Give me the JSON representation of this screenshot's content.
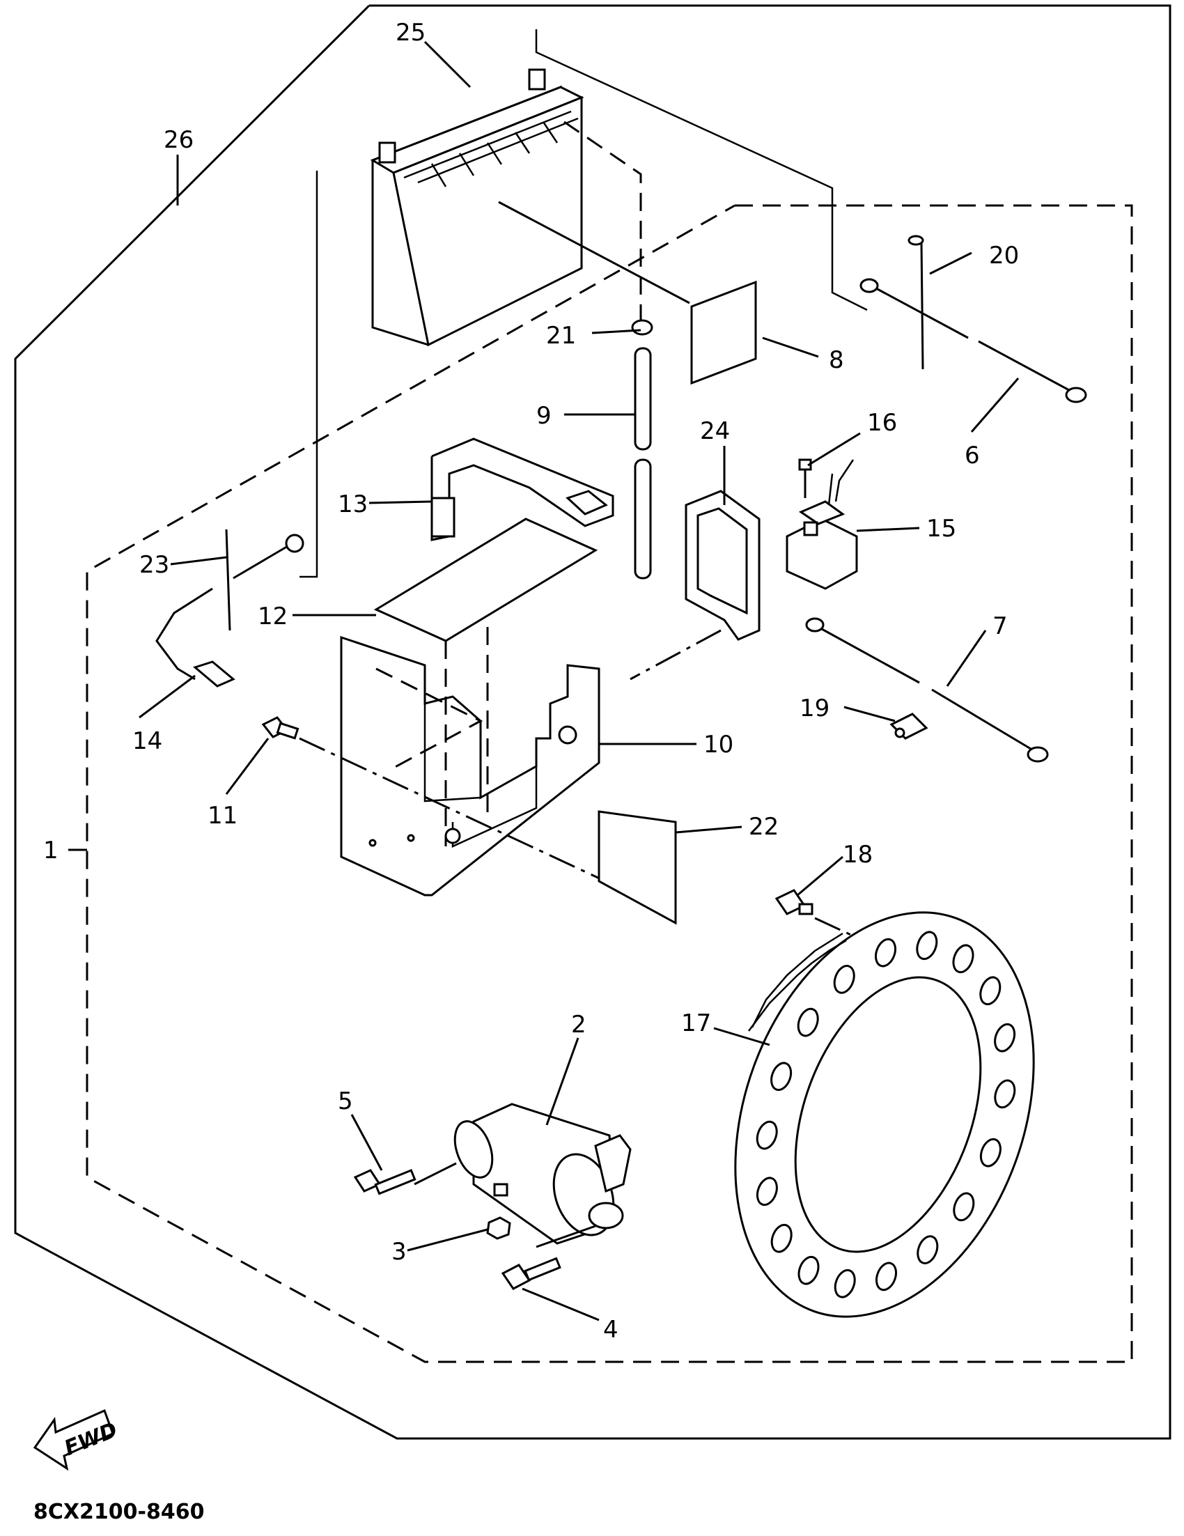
{
  "callouts": {
    "c1": "1",
    "c2": "2",
    "c3": "3",
    "c4": "4",
    "c5": "5",
    "c6": "6",
    "c7": "7",
    "c8": "8",
    "c9": "9",
    "c10": "10",
    "c11": "11",
    "c12": "12",
    "c13": "13",
    "c14": "14",
    "c15": "15",
    "c16": "16",
    "c17": "17",
    "c18": "18",
    "c19": "19",
    "c20": "20",
    "c21": "21",
    "c22": "22",
    "c23": "23",
    "c24": "24",
    "c25": "25",
    "c26": "26"
  },
  "fwd_label": "FWD",
  "drawing_code": "8CX2100-8460"
}
